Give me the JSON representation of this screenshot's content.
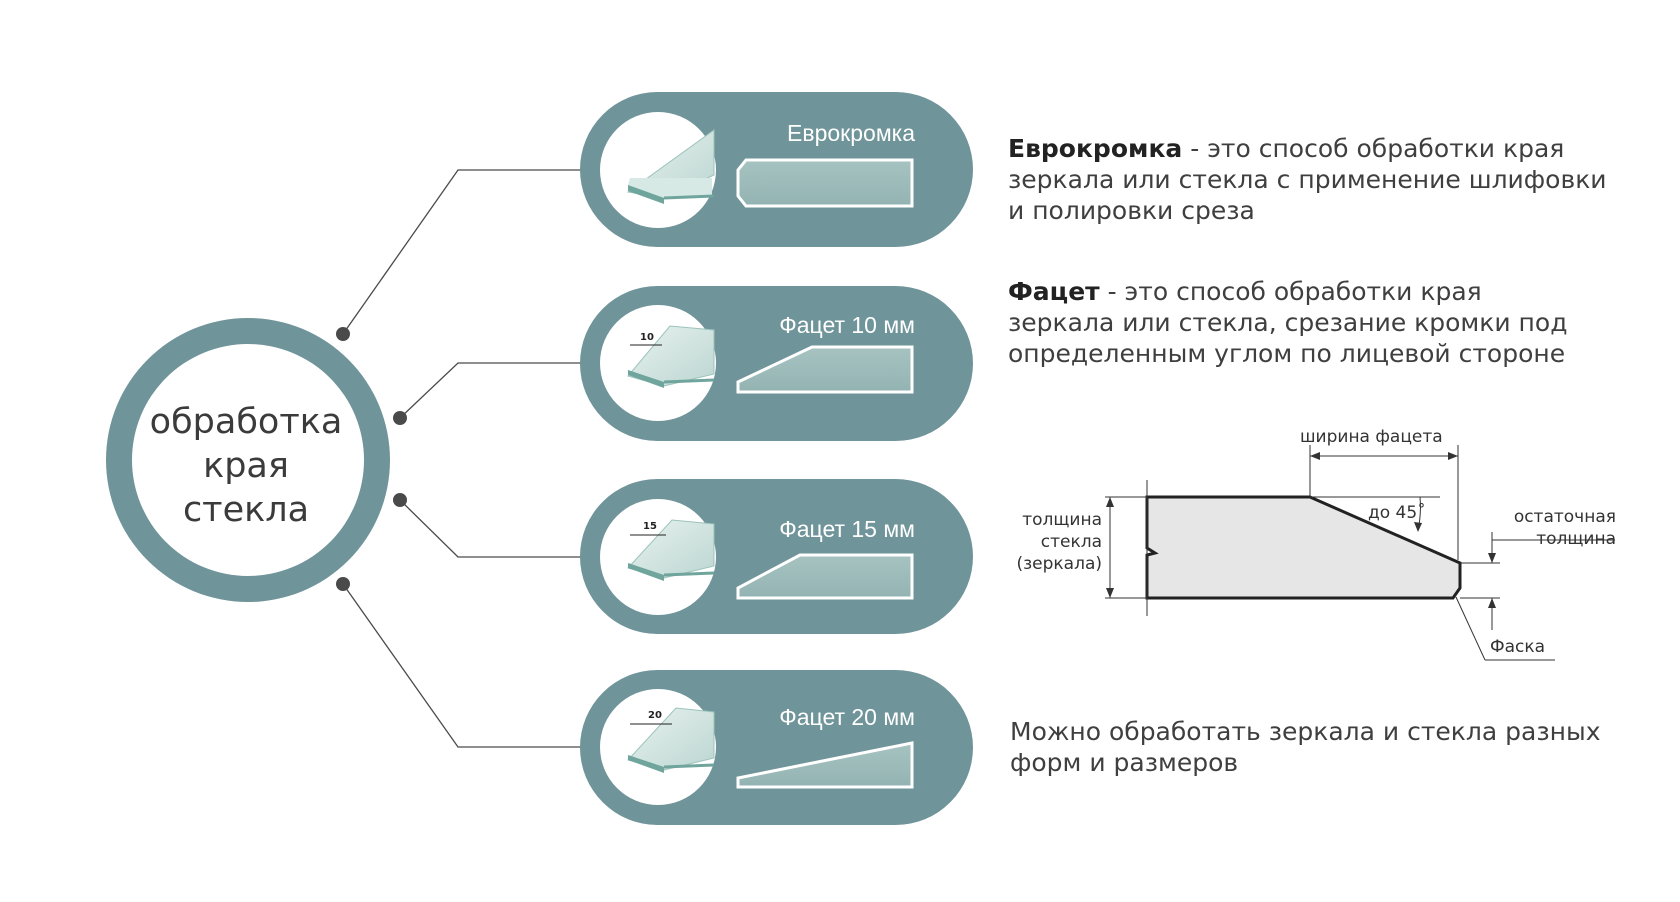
{
  "hub": {
    "lines": [
      "обработка",
      "края",
      "стекла"
    ]
  },
  "pills": [
    {
      "title": "Еврокромка",
      "dim": ""
    },
    {
      "title": "Фацет 10 мм",
      "dim": "10"
    },
    {
      "title": "Фацет 15 мм",
      "dim": "15"
    },
    {
      "title": "Фацет 20 мм",
      "dim": "20"
    }
  ],
  "descriptions": {
    "eurokromka": {
      "term": "Еврокромка",
      "rest_line1": " - это способ  обработки края",
      "line2": "зеркала или стекла с применение шлифовки",
      "line3": "и полировки среза"
    },
    "facet": {
      "term": "Фацет",
      "rest_line1": " - это способ  обработки края",
      "line2": "зеркала или стекла, срезание кромки под",
      "line3": "определенным углом по лицевой стороне"
    },
    "note": {
      "line1": "Можно обработать зеркала и стекла разных",
      "line2": "форм и размеров"
    }
  },
  "facet_diagram": {
    "facet_width": "ширина фацета",
    "angle": "до 45˚",
    "thickness": [
      "толщина",
      "стекла",
      "(зеркала)"
    ],
    "residual": [
      "остаточная",
      "толщина"
    ],
    "chamfer": "Фаска"
  },
  "colors": {
    "teal": "#6f9499",
    "teal_dark": "#5d8186",
    "glass": "#c8ddd9",
    "glass_edge": "#6fa59c",
    "connector": "#4a4a4a"
  }
}
